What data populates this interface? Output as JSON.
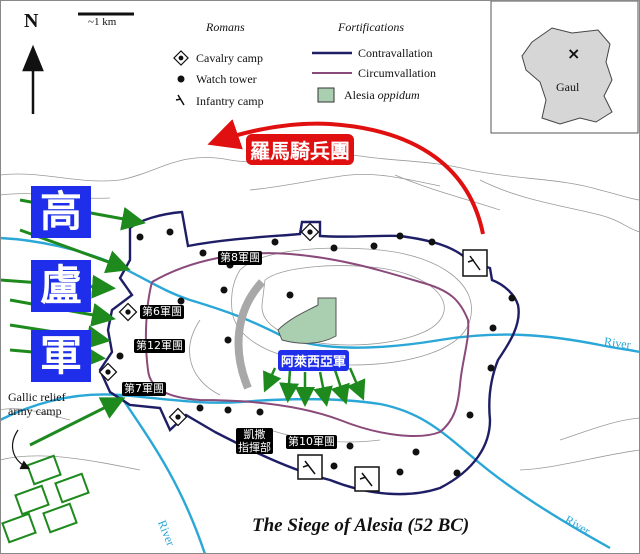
{
  "north": "N",
  "scale": "~1 km",
  "legend": {
    "romans_heading": "Romans",
    "fortifications_heading": "Fortifications",
    "cavalry_camp": "Cavalry camp",
    "watch_tower": "Watch tower",
    "infantry_camp": "Infantry camp",
    "contravallation": "Contravallation",
    "circumvallation": "Circumvallation",
    "alesia_prefix": "Alesia ",
    "alesia_italic": "oppidum"
  },
  "inset": {
    "region": "Gaul",
    "marker": "×"
  },
  "title": "The Siege of Alesia (52 BC)",
  "labels": {
    "roman_cavalry": "羅馬騎兵團",
    "gallic_army_chars": [
      "高",
      "盧",
      "軍"
    ],
    "alesia_army": "阿萊西亞軍",
    "legion8": "第8軍團",
    "legion6": "第6軍團",
    "legion12": "第12軍團",
    "legion7": "第7軍團",
    "legion10": "第10軍團",
    "caesar_hq_line1": "凱撒",
    "caesar_hq_line2": "指揮部",
    "gallic_relief_line1": "Gallic relief",
    "gallic_relief_line2": "army camp",
    "river_right": "River",
    "river_bottom_left": "River",
    "river_bottom_right": "River"
  },
  "colors": {
    "river": "#2aa7d6",
    "contravallation": "#1e1e66",
    "circumvallation": "#8a4a7a",
    "gallic_arrow": "#1e8a1e",
    "roman_arrow": "#e01010",
    "oppidum_fill": "#a9cfb0",
    "gallic_block": "#1f2eea"
  }
}
